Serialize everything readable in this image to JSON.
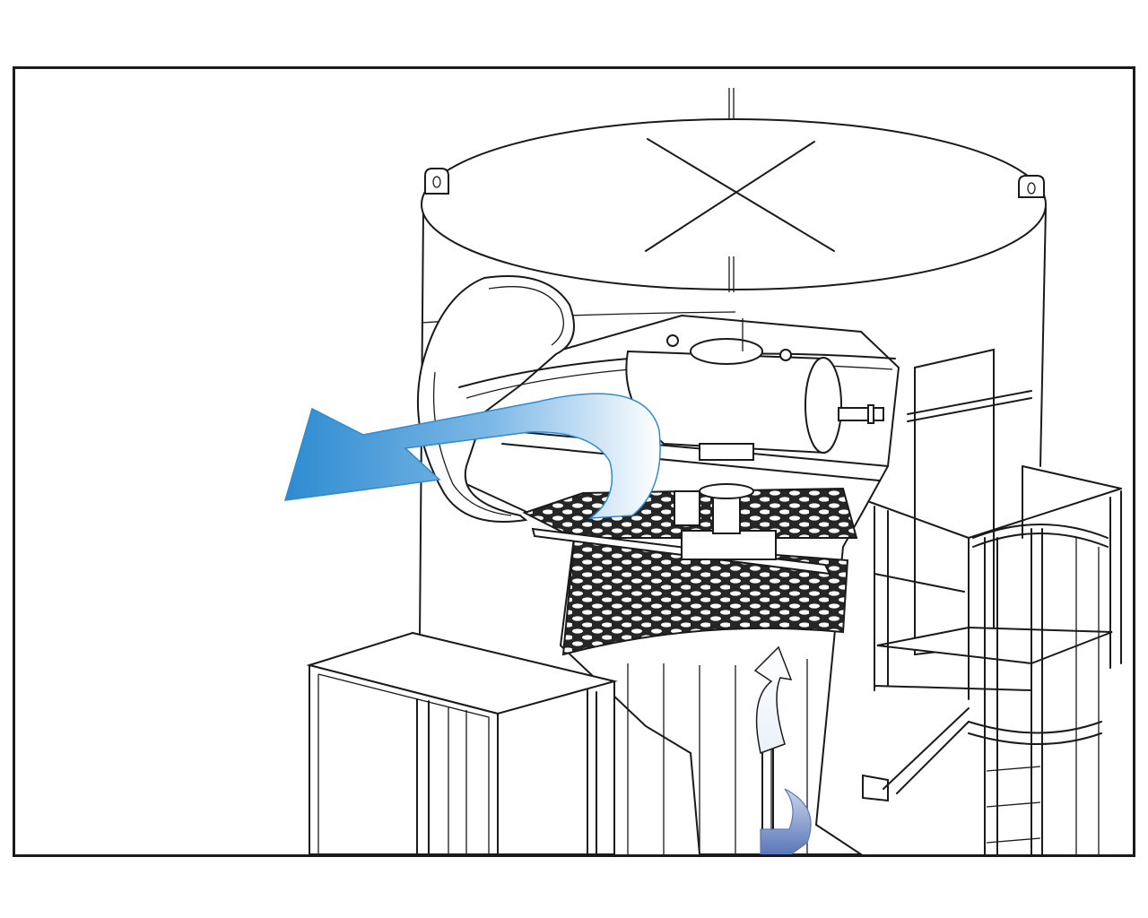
{
  "figure": {
    "kind": "cutaway-equipment-illustration",
    "frame_color": "#1a1a1a",
    "line_color": "#1a1a1a",
    "flow_arrow_color": "#2e8bd0",
    "inlet_arrow_color": "#5b77b9",
    "parts": [
      "tank-shell",
      "top-lid",
      "lid-cross-brace",
      "lifting-lug-left",
      "lifting-lug-right",
      "access-manway-door",
      "horizontal-drum",
      "perforated-distribution-plate",
      "inlet-duct",
      "side-duct-box",
      "service-platform",
      "caged-ladder",
      "flow-out-arrow",
      "flow-up-arrow",
      "flow-in-arrow"
    ]
  }
}
